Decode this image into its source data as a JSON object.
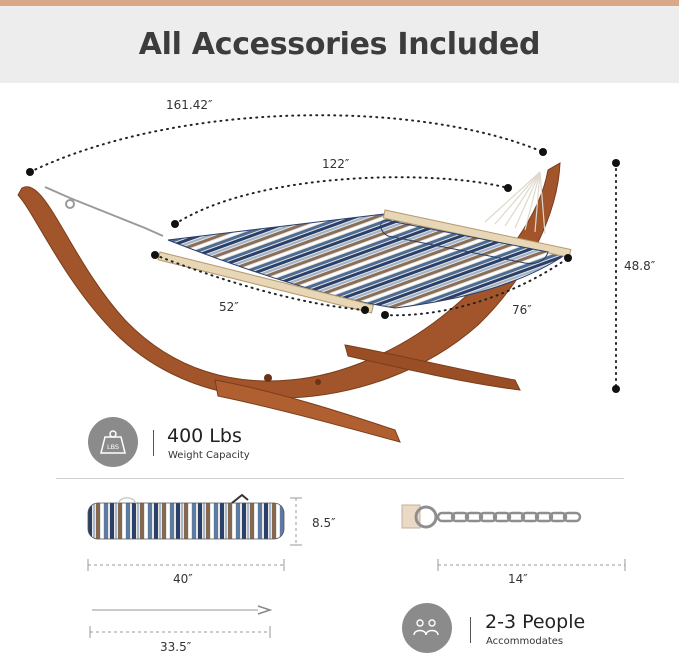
{
  "header": {
    "title": "All Accessories Included"
  },
  "dimensions": {
    "total_length": "161.42″",
    "bed_length": "122″",
    "height": "48.8″",
    "width_left": "52″",
    "width_right": "76″"
  },
  "capacity": {
    "value": "400 Lbs",
    "label": "Weight Capacity",
    "icon_text": "LBS",
    "icon": "weight-icon"
  },
  "accessories": {
    "pillow_length": "40″",
    "pillow_height": "8.5″",
    "chain_length": "14″",
    "rope_length": "33.5″"
  },
  "people": {
    "value": "2-3 People",
    "label": "Accommodates",
    "icon": "people-icon"
  },
  "colors": {
    "header_bg": "#ededed",
    "top_strip": "#d9a889",
    "wood": "#a2552a",
    "badge": "#8b8b8b"
  }
}
